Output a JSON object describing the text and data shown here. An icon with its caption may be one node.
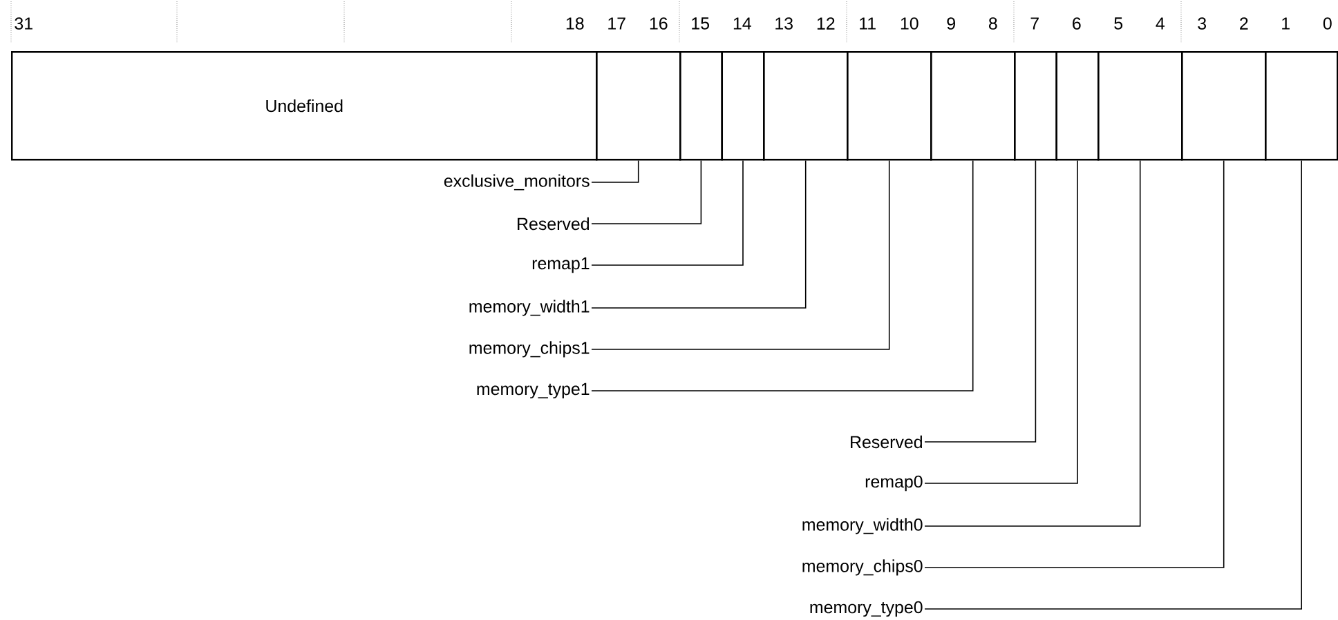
{
  "diagram": {
    "nodes": [
      {
        "text": [
          "Undefined"
        ]
      },
      {
        "text": [],
        "shape": "box"
      },
      {
        "text": [],
        "shape": "box"
      },
      {
        "text": [],
        "shape": "box"
      },
      {
        "text": [],
        "shape": "box"
      },
      {
        "text": [],
        "shape": "box"
      },
      {
        "text": [],
        "shape": "box"
      },
      {
        "text": [],
        "shape": "box"
      },
      {
        "text": [],
        "shape": "box"
      },
      {
        "text": [],
        "shape": "box"
      },
      {
        "text": [],
        "shape": "box"
      },
      {
        "text": [],
        "shape": "box"
      },
      {
        "text": [
          "exclusive_monitors"
        ]
      },
      {
        "text": [
          "Reserved"
        ]
      },
      {
        "text": [
          "remap1"
        ]
      },
      {
        "text": [
          "memory_width1"
        ]
      },
      {
        "text": [
          "memory_chips1"
        ]
      },
      {
        "text": [
          "memory_type1"
        ]
      },
      {
        "text": [
          "Reserved"
        ]
      },
      {
        "text": [
          "remap0"
        ]
      },
      {
        "text": [
          "memory_width0"
        ]
      },
      {
        "text": [
          "memory_chips0"
        ]
      },
      {
        "text": [
          "memory_type0"
        ]
      }
    ],
    "edges": [
      {
        "from": 12,
        "to": 1,
        "arrow": "none"
      },
      {
        "from": 13,
        "to": 2,
        "arrow": "none"
      },
      {
        "from": 14,
        "to": 3,
        "arrow": "none"
      },
      {
        "from": 15,
        "to": 4,
        "arrow": "none"
      },
      {
        "from": 16,
        "to": 5,
        "arrow": "none"
      },
      {
        "from": 17,
        "to": 6,
        "arrow": "none"
      },
      {
        "from": 18,
        "to": 7,
        "arrow": "none"
      },
      {
        "from": 19,
        "to": 8,
        "arrow": "none"
      },
      {
        "from": 20,
        "to": 9,
        "arrow": "none"
      },
      {
        "from": 21,
        "to": 10,
        "arrow": "none"
      },
      {
        "from": 22,
        "to": 11,
        "arrow": "none"
      }
    ],
    "labels": [
      "31",
      "18",
      "17",
      "16",
      "15",
      "14",
      "13",
      "12",
      "11",
      "10",
      "9",
      "8",
      "7",
      "6",
      "5",
      "4",
      "3",
      "2",
      "1",
      "0"
    ]
  }
}
